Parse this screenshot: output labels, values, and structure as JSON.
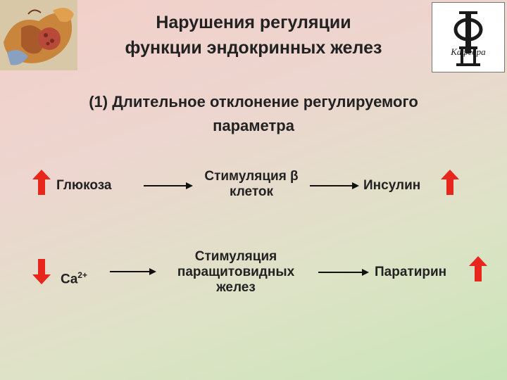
{
  "title": {
    "line1": "Нарушения регуляции",
    "line2": "функции эндокринных желез"
  },
  "logo": {
    "letters": "ФП",
    "caption": "Кафедра"
  },
  "subtitle": {
    "line1": "(1) Длительное отклонение регулируемого",
    "line2": "параметра"
  },
  "row1": {
    "input": "Глюкоза",
    "process_line1": "Стимуляция β",
    "process_line2": "клеток",
    "output": "Инсулин",
    "input_direction": "up",
    "output_direction": "up"
  },
  "row2": {
    "input": "Ca",
    "input_sup": "2+",
    "process_line1": "Стимуляция",
    "process_line2": "паращитовидных",
    "process_line3": "желез",
    "output": "Паратирин",
    "input_direction": "down",
    "output_direction": "up"
  },
  "colors": {
    "indicator_arrow": "#e8261c",
    "flow_arrow": "#111111"
  }
}
